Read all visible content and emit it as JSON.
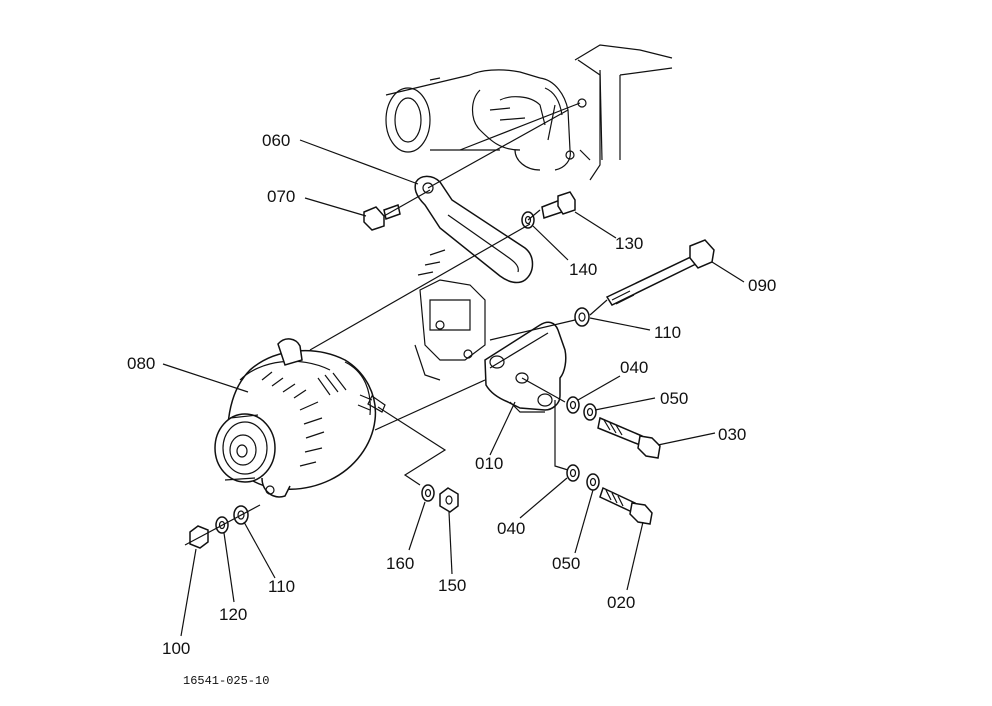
{
  "diagram": {
    "drawing_code": "16541-025-10",
    "callouts": {
      "p010": "010",
      "p020": "020",
      "p030": "030",
      "p040a": "040",
      "p040b": "040",
      "p050a": "050",
      "p050b": "050",
      "p060": "060",
      "p070": "070",
      "p080": "080",
      "p090": "090",
      "p100": "100",
      "p110a": "110",
      "p110b": "110",
      "p120": "120",
      "p130": "130",
      "p140": "140",
      "p150": "150",
      "p160": "160"
    }
  }
}
